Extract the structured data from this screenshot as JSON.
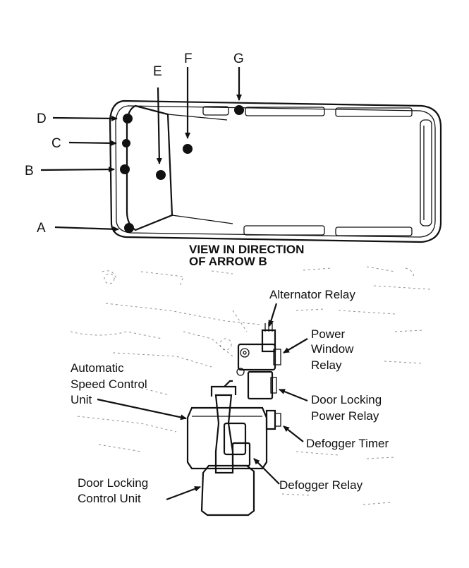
{
  "top_view": {
    "locator_labels": [
      "A",
      "B",
      "C",
      "D",
      "E",
      "F",
      "G"
    ],
    "caption_line1": "VIEW IN DIRECTION",
    "caption_line2": "OF ARROW B"
  },
  "detail_view": {
    "components": {
      "alternator_relay": "Alternator Relay",
      "power_window_relay": [
        "Power",
        "Window",
        "Relay"
      ],
      "automatic_speed_control_unit": [
        "Automatic",
        "Speed Control",
        "Unit"
      ],
      "door_locking_power_relay": [
        "Door Locking",
        "Power Relay"
      ],
      "defogger_timer": "Defogger Timer",
      "door_locking_control_unit": [
        "Door Locking",
        "Control Unit"
      ],
      "defogger_relay": "Defogger Relay"
    }
  }
}
